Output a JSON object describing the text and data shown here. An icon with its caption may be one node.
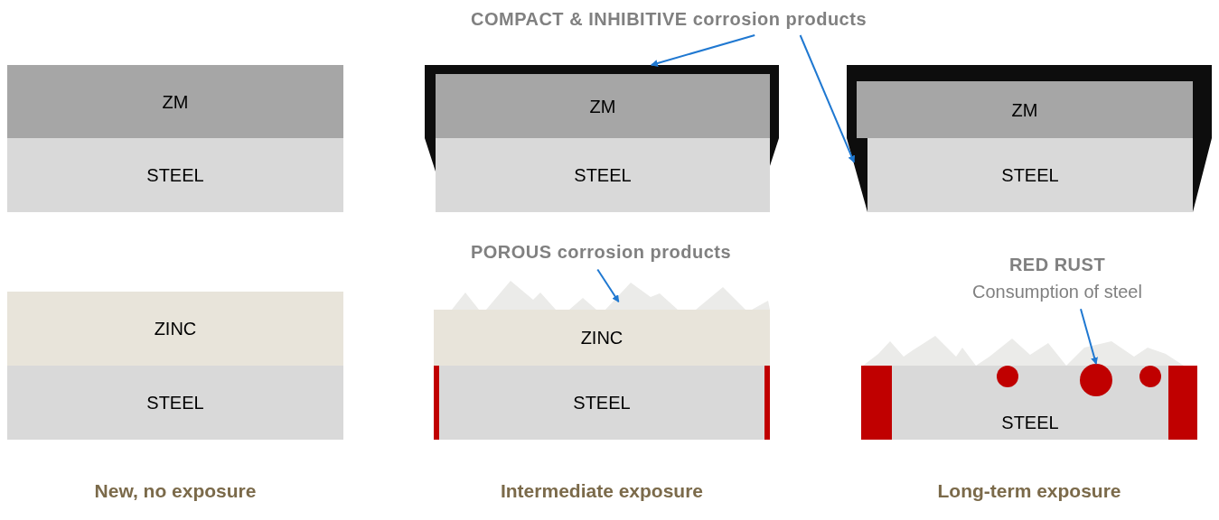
{
  "diagram": {
    "nodes": [
      {
        "text": [
          "COMPACT & INHIBITIVE corrosion products"
        ]
      },
      {
        "text": [
          "ZM"
        ]
      },
      {
        "text": [
          "STEEL"
        ]
      },
      {
        "text": [],
        "shape": "box"
      },
      {
        "text": [
          "ZM"
        ]
      },
      {
        "text": [
          "STEEL"
        ]
      },
      {
        "text": [],
        "shape": "box"
      },
      {
        "text": [
          "ZM"
        ]
      },
      {
        "text": [
          "STEEL"
        ]
      },
      {
        "text": [
          "ZINC"
        ]
      },
      {
        "text": [
          "STEEL"
        ]
      },
      {
        "text": [
          "POROUS corrosion products"
        ]
      },
      {
        "text": [],
        "shape": "zigzag"
      },
      {
        "text": [
          "ZINC"
        ]
      },
      {
        "text": [
          "STEEL"
        ]
      },
      {
        "text": [
          "RED RUST",
          "Consumption of steel"
        ]
      },
      {
        "text": [],
        "shape": "zigzag"
      },
      {
        "text": [
          "STEEL"
        ]
      },
      {
        "text": [],
        "shape": "circle",
        "in": 17
      },
      {
        "text": [],
        "shape": "circle",
        "in": 17
      },
      {
        "text": [],
        "shape": "circle",
        "in": 17
      },
      {
        "text": [],
        "shape": "bar"
      },
      {
        "text": [],
        "shape": "bar"
      },
      {
        "text": [],
        "shape": "bar"
      },
      {
        "text": [],
        "shape": "bar"
      }
    ],
    "edges": [
      {
        "from": 0,
        "to": 3,
        "arrow": "to"
      },
      {
        "from": 0,
        "to": 6,
        "arrow": "to"
      },
      {
        "from": 11,
        "to": 12,
        "arrow": "to"
      },
      {
        "from": 15,
        "to": 19,
        "arrow": "to"
      }
    ],
    "labels": [
      "New, no exposure",
      "Intermediate exposure",
      "Long-term exposure"
    ]
  }
}
